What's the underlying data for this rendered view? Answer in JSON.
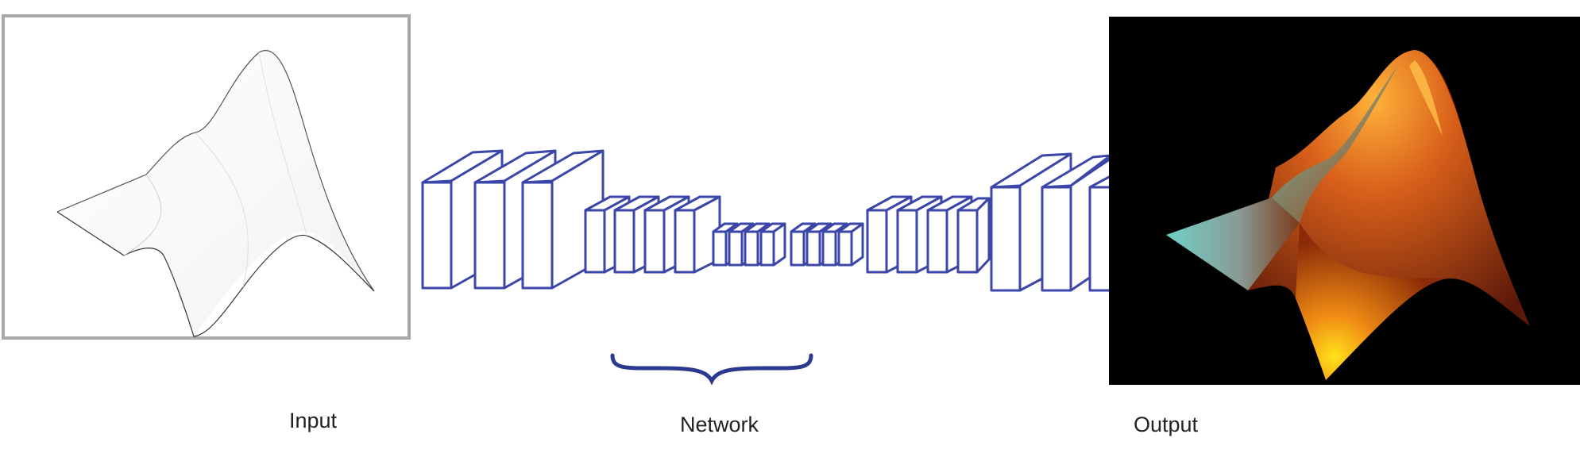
{
  "labels": {
    "input": "Input",
    "network": "Network",
    "output": "Output"
  },
  "colors": {
    "network_stroke": "#3b46a8",
    "brace": "#2b3a8f",
    "input_border": "#a9a9a9",
    "output_background": "#000000",
    "surface_teal": "#6fd1c8",
    "surface_orange": "#d9601a",
    "surface_yellow": "#ffd21a"
  }
}
